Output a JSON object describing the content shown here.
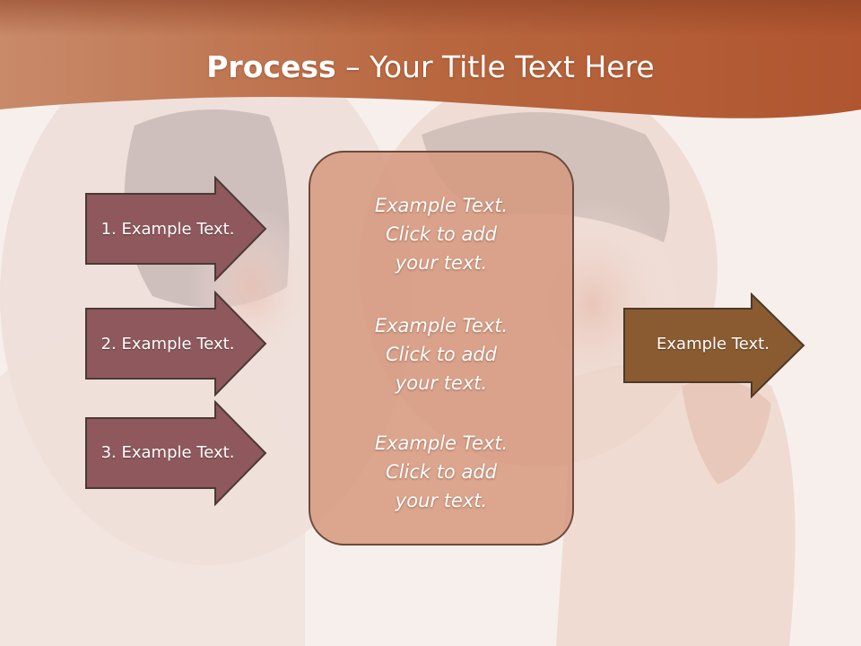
{
  "slide": {
    "title_bold": "Process",
    "title_rest": " – Your Title Text Here"
  },
  "left_arrows": [
    {
      "label": "1. Example Text."
    },
    {
      "label": "2. Example Text."
    },
    {
      "label": "3. Example Text."
    }
  ],
  "center_box": {
    "paragraphs": [
      "Example Text.\nClick  to add\nyour text.",
      "Example Text.\nClick  to add\nyour text.",
      "Example Text.\nClick  to add\nyour text."
    ]
  },
  "right_arrow": {
    "label": "Example Text."
  },
  "colors": {
    "banner": "#b5613b",
    "left_arrow_fill": "#8e585c",
    "right_arrow_fill": "#8a5a30",
    "center_box_fill": "#d6987e",
    "outline": "#5a3a32"
  }
}
